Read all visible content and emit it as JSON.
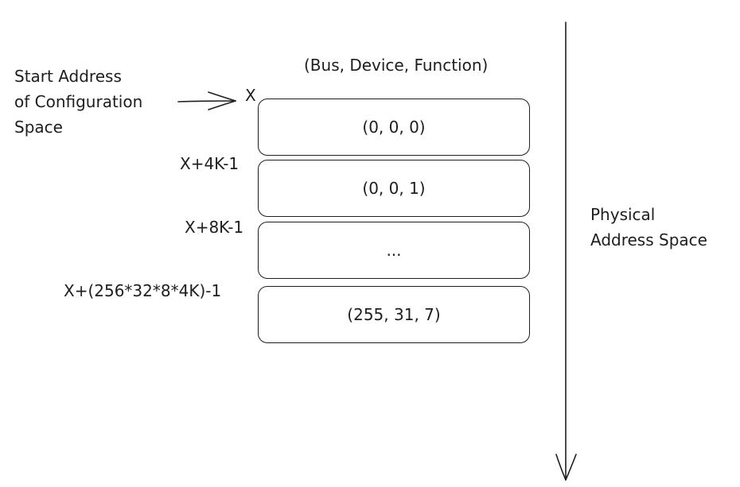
{
  "header": "(Bus, Device, Function)",
  "start_label": [
    "Start Address",
    "of Configuration",
    "Space"
  ],
  "start_marker": "X",
  "offsets": [
    "X+4K-1",
    "X+8K-1",
    "X+(256*32*8*4K)-1"
  ],
  "rows": [
    "(0, 0, 0)",
    "(0, 0, 1)",
    "...",
    "(255, 31, 7)"
  ],
  "axis_label": [
    "Physical",
    "Address Space"
  ],
  "colors": {
    "stroke": "#1e1e1e",
    "background": "#ffffff"
  }
}
